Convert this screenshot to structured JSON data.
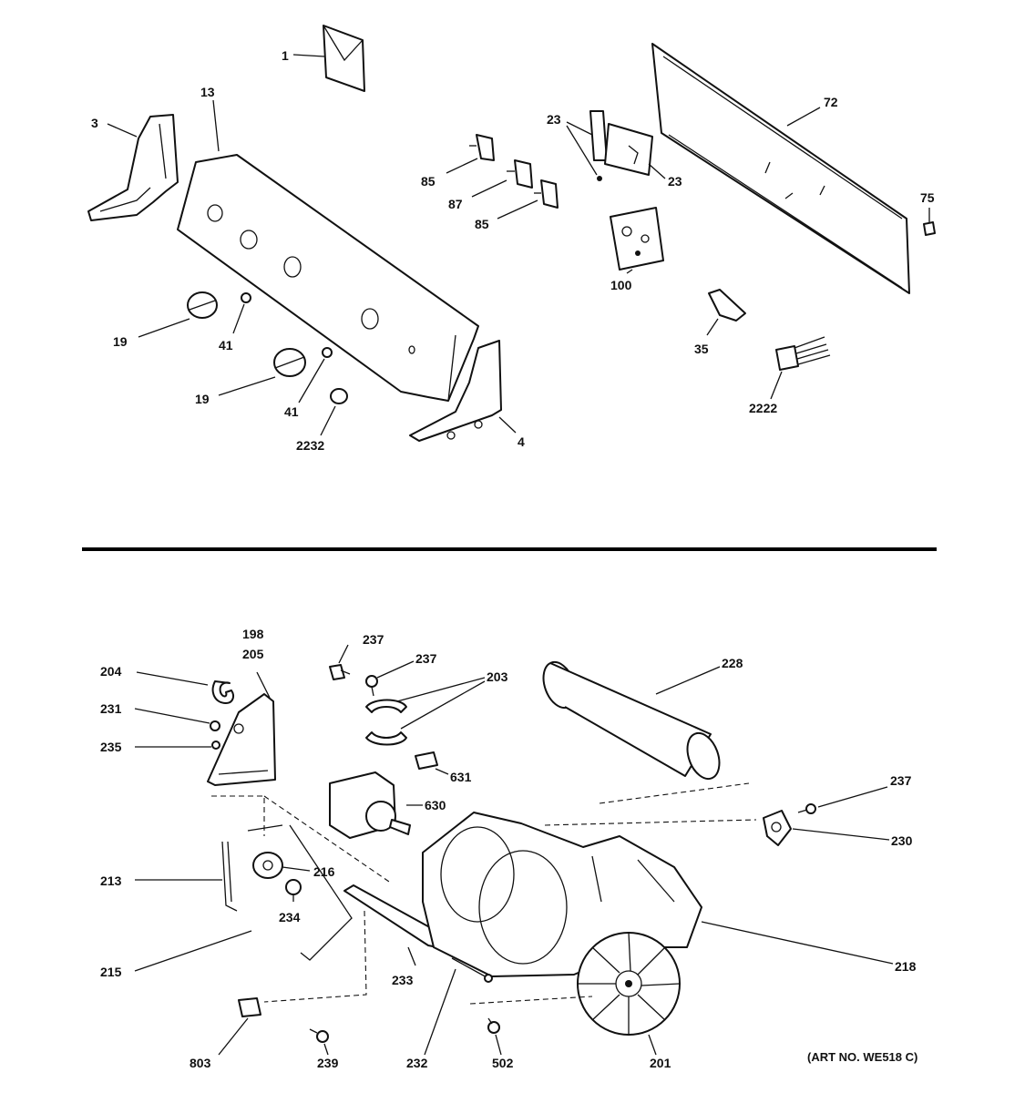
{
  "labels": {
    "l1": "1",
    "l3": "3",
    "l4": "4",
    "l13": "13",
    "l19a": "19",
    "l19b": "19",
    "l41a": "41",
    "l41b": "41",
    "l2232": "2232",
    "l85a": "85",
    "l87": "87",
    "l85b": "85",
    "l23a": "23",
    "l23b": "23",
    "l72": "72",
    "l75": "75",
    "l100": "100",
    "l35": "35",
    "l2222": "2222",
    "l198": "198",
    "l205": "205",
    "l204": "204",
    "l231": "231",
    "l235": "235",
    "l237a": "237",
    "l237b": "237",
    "l237c": "237",
    "l203": "203",
    "l228": "228",
    "l631": "631",
    "l630": "630",
    "l216": "216",
    "l213": "213",
    "l234": "234",
    "l215": "215",
    "l233": "233",
    "l230": "230",
    "l218": "218",
    "l803": "803",
    "l239": "239",
    "l232": "232",
    "l502": "502",
    "l201": "201"
  },
  "art_number": "(ART NO. WE518 C)"
}
